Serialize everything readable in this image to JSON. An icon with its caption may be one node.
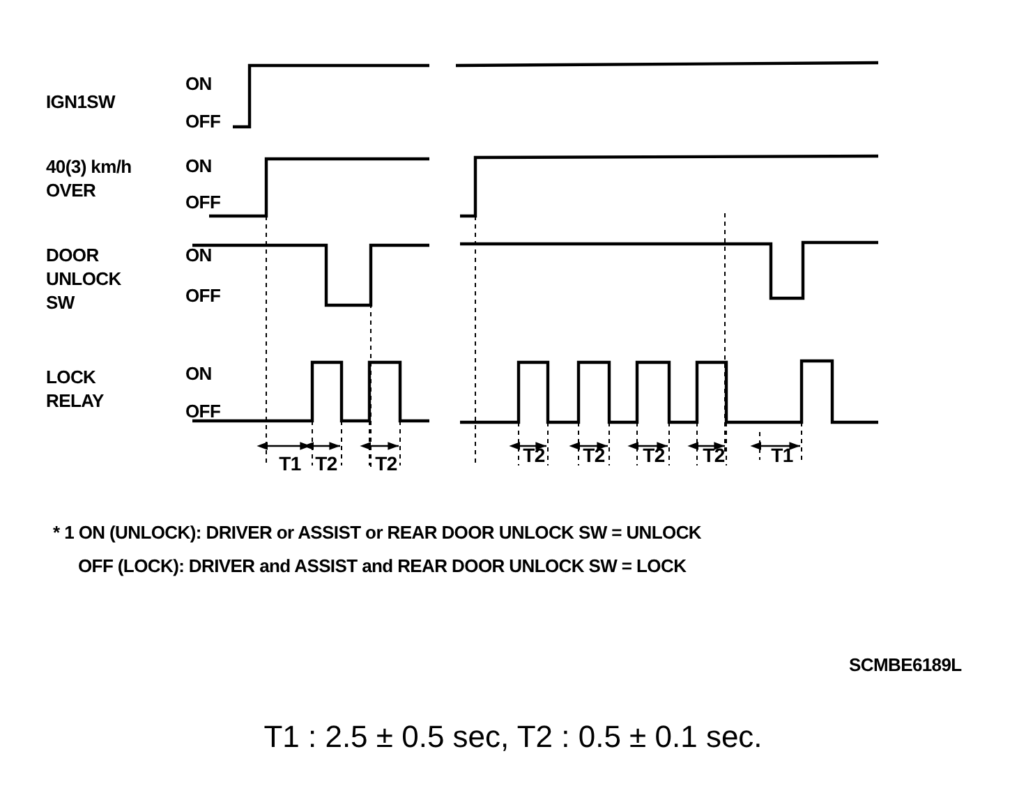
{
  "diagram": {
    "caption": "T1 : 2.5 ± 0.5 sec, T2 : 0.5 ± 0.1 sec.",
    "labels": [
      "IGN1SW",
      "ON",
      "OFF",
      "40(3) km/h OVER",
      "ON",
      "OFF",
      "DOOR UNLOCK SW",
      "ON",
      "OFF",
      "LOCK RELAY",
      "ON",
      "OFF",
      "T1",
      "T2",
      "T2",
      "T2",
      "T2",
      "T2",
      "T2",
      "T1",
      "* 1 ON (UNLOCK): DRIVER or ASSIST or REAR DOOR UNLOCK SW = UNLOCK",
      "OFF (LOCK): DRIVER and ASSIST and REAR DOOR UNLOCK SW = LOCK",
      "SCMBE6189L"
    ]
  }
}
